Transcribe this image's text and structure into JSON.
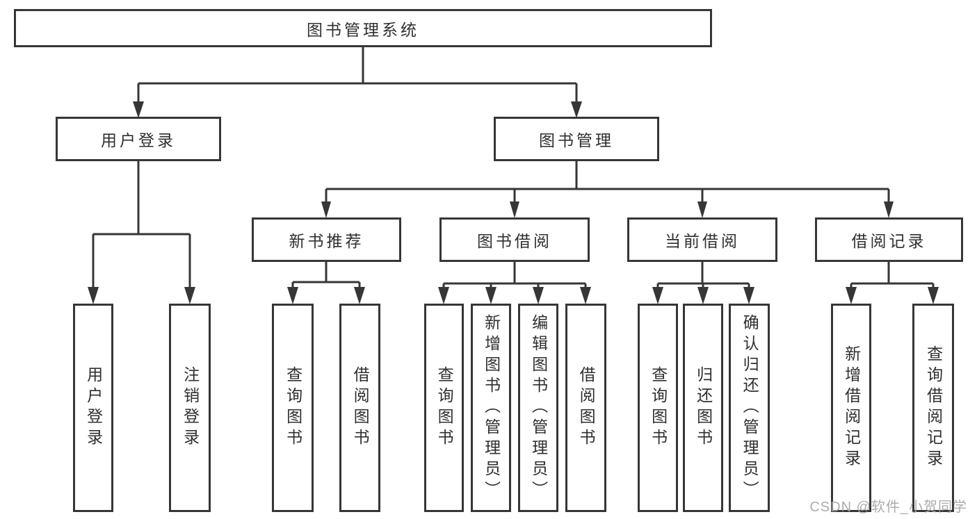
{
  "diagram": {
    "root": {
      "label": "图书管理系统"
    },
    "branches": [
      {
        "label": "用户登录",
        "children": [
          {
            "label": "用户登录"
          },
          {
            "label": "注销登录"
          }
        ]
      },
      {
        "label": "图书管理",
        "children": [
          {
            "label": "新书推荐",
            "children": [
              {
                "label": "查询图书"
              },
              {
                "label": "借阅图书"
              }
            ]
          },
          {
            "label": "图书借阅",
            "children": [
              {
                "label": "查询图书"
              },
              {
                "label": "新增图书（管理员）"
              },
              {
                "label": "编辑图书（管理员）"
              },
              {
                "label": "借阅图书"
              }
            ]
          },
          {
            "label": "当前借阅",
            "children": [
              {
                "label": "查询图书"
              },
              {
                "label": "归还图书"
              },
              {
                "label": "确认归还（管理员）"
              }
            ]
          },
          {
            "label": "借阅记录",
            "children": [
              {
                "label": "新增借阅记录"
              },
              {
                "label": "查询借阅记录"
              }
            ]
          }
        ]
      }
    ],
    "watermark": "CSDN @软件_小贺同学",
    "colors": {
      "line": "#363636",
      "text": "#2f2f2f",
      "background": "#ffffff",
      "watermark": "#a5a5a5"
    }
  }
}
